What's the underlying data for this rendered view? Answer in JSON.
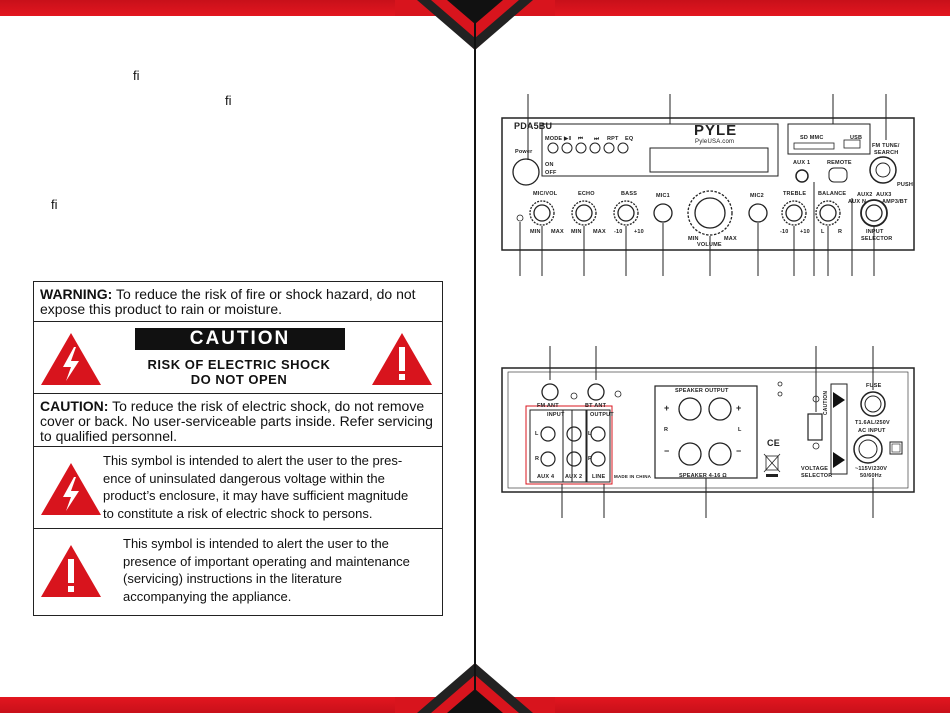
{
  "ligatures": [
    "ﬁ",
    "ﬁ",
    "ﬁ"
  ],
  "warning": {
    "warning_label": "WARNING:",
    "warning_line1": " To reduce the risk of fire or shock hazard, do not",
    "warning_line2": "expose this product  to rain or moisture.",
    "caution_banner": "CAUTION",
    "risk_line1": "RISK OF ELECTRIC SHOCK",
    "risk_line2": "DO NOT OPEN",
    "caution_label": "CAUTION:",
    "caution_line1": " To reduce the risk of electric shock, do not remove",
    "caution_line2": "cover or back. No user-serviceable parts inside. Refer servicing",
    "caution_line3": "to qualified personnel.",
    "bolt_text": [
      "This symbol is intended to alert the user to the pres-",
      "ence of uninsulated dangerous voltage within the",
      "product’s enclosure, it may have sufficient magnitude",
      "to constitute a risk of electric shock to persons."
    ],
    "exclaim_text": [
      "This symbol is intended to alert the user to the",
      "presence of important operating and maintenance",
      "(servicing) instructions in the literature",
      "accompanying the appliance."
    ]
  },
  "front_panel": {
    "model": "PDA5BU",
    "brand": "PYLE",
    "website": "PyleUSA.com",
    "power": "Power",
    "on": "ON",
    "off": "OFF",
    "buttons": [
      "MODE ▶‖",
      "⏮",
      "⏭",
      "RPT",
      "EQ"
    ],
    "sd_mmc": "SD MMC",
    "usb": "USB",
    "fm_tune": "FM TUNE/",
    "search": "SEARCH",
    "push": "PUSH",
    "aux1": "AUX 1",
    "remote": "REMOTE",
    "aux2": "AUX2",
    "aux3": "AUX3",
    "amp_bt": "AMP3/BT",
    "aux_n": "AUX N",
    "knobs": {
      "mic_vol": "MIC/VOL",
      "echo": "ECHO",
      "bass": "BASS",
      "mic1": "MIC1",
      "mic2": "MIC2",
      "treble": "TREBLE",
      "balance": "BALANCE",
      "input_selector_1": "INPUT",
      "input_selector_2": "SELECTOR",
      "volume": "VOLUME"
    },
    "min": "MIN",
    "max": "MAX",
    "minus10": "-10",
    "plus10": "+10",
    "l": "L",
    "r": "R"
  },
  "rear_panel": {
    "fm_ant": "FM ANT",
    "bt_ant": "BT ANT",
    "input": "INPUT",
    "output": "OUTPUT",
    "aux4": "AUX 4",
    "aux2": "AUX 2",
    "line": "LINE",
    "l": "L",
    "r": "R",
    "made_in": "MADE IN CHINA",
    "speaker_output": "SPEAKER OUTPUT",
    "speaker_ohm": "SPEAKER 4-16 Ω",
    "plus": "+",
    "minus": "−",
    "ce": "CE",
    "voltage": "VOLTAGE",
    "selector": "SELECTOR",
    "caution": "CAUTION",
    "fuse": "FUSE",
    "fuse_rating": "T1.6AL/250V",
    "ac_input": "AC INPUT",
    "ac_volt": "~115V/230V",
    "ac_hz": "50/60Hz"
  },
  "colors": {
    "accent": "#d8141d",
    "dark": "#111111"
  }
}
